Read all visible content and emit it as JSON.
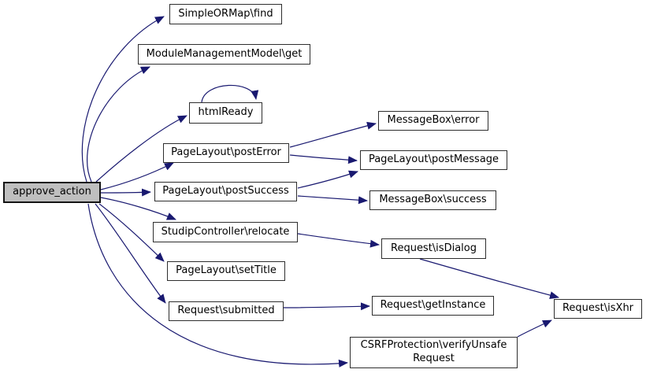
{
  "graph": {
    "kind": "doxygen-call-graph",
    "edge_color": "#191970",
    "node_border_color": "#2e2e2e",
    "highlight_node_fill": "#bfbfbf",
    "background_color": "#ffffff",
    "nodes": [
      {
        "id": "approve_action",
        "label": "approve_action",
        "highlighted": true
      },
      {
        "id": "simpleormap_find",
        "label": "SimpleORMap\\find",
        "highlighted": false
      },
      {
        "id": "modulemanagementmodel_get",
        "label": "ModuleManagementModel\\get",
        "highlighted": false
      },
      {
        "id": "htmlready",
        "label": "htmlReady",
        "highlighted": false
      },
      {
        "id": "pagelayout_posterror",
        "label": "PageLayout\\postError",
        "highlighted": false
      },
      {
        "id": "pagelayout_postsuccess",
        "label": "PageLayout\\postSuccess",
        "highlighted": false
      },
      {
        "id": "studipcontroller_relocate",
        "label": "StudipController\\relocate",
        "highlighted": false
      },
      {
        "id": "pagelayout_settitle",
        "label": "PageLayout\\setTitle",
        "highlighted": false
      },
      {
        "id": "request_submitted",
        "label": "Request\\submitted",
        "highlighted": false
      },
      {
        "id": "messagebox_error",
        "label": "MessageBox\\error",
        "highlighted": false
      },
      {
        "id": "pagelayout_postmessage",
        "label": "PageLayout\\postMessage",
        "highlighted": false
      },
      {
        "id": "messagebox_success",
        "label": "MessageBox\\success",
        "highlighted": false
      },
      {
        "id": "request_isdialog",
        "label": "Request\\isDialog",
        "highlighted": false
      },
      {
        "id": "request_getinstance",
        "label": "Request\\getInstance",
        "highlighted": false
      },
      {
        "id": "csrf_verifyunsaferequest",
        "label": "CSRFProtection\\verifyUnsafe\nRequest",
        "highlighted": false
      },
      {
        "id": "request_isxhr",
        "label": "Request\\isXhr",
        "highlighted": false
      }
    ],
    "edges": [
      {
        "from": "approve_action",
        "to": "simpleormap_find"
      },
      {
        "from": "approve_action",
        "to": "modulemanagementmodel_get"
      },
      {
        "from": "approve_action",
        "to": "htmlready"
      },
      {
        "from": "approve_action",
        "to": "pagelayout_posterror"
      },
      {
        "from": "approve_action",
        "to": "pagelayout_postsuccess"
      },
      {
        "from": "approve_action",
        "to": "studipcontroller_relocate"
      },
      {
        "from": "approve_action",
        "to": "pagelayout_settitle"
      },
      {
        "from": "approve_action",
        "to": "request_submitted"
      },
      {
        "from": "approve_action",
        "to": "csrf_verifyunsaferequest"
      },
      {
        "from": "htmlready",
        "to": "htmlready"
      },
      {
        "from": "pagelayout_posterror",
        "to": "messagebox_error"
      },
      {
        "from": "pagelayout_posterror",
        "to": "pagelayout_postmessage"
      },
      {
        "from": "pagelayout_postsuccess",
        "to": "pagelayout_postmessage"
      },
      {
        "from": "pagelayout_postsuccess",
        "to": "messagebox_success"
      },
      {
        "from": "studipcontroller_relocate",
        "to": "request_isdialog"
      },
      {
        "from": "request_submitted",
        "to": "request_getinstance"
      },
      {
        "from": "request_isdialog",
        "to": "request_isxhr"
      },
      {
        "from": "csrf_verifyunsaferequest",
        "to": "request_isxhr"
      }
    ]
  }
}
